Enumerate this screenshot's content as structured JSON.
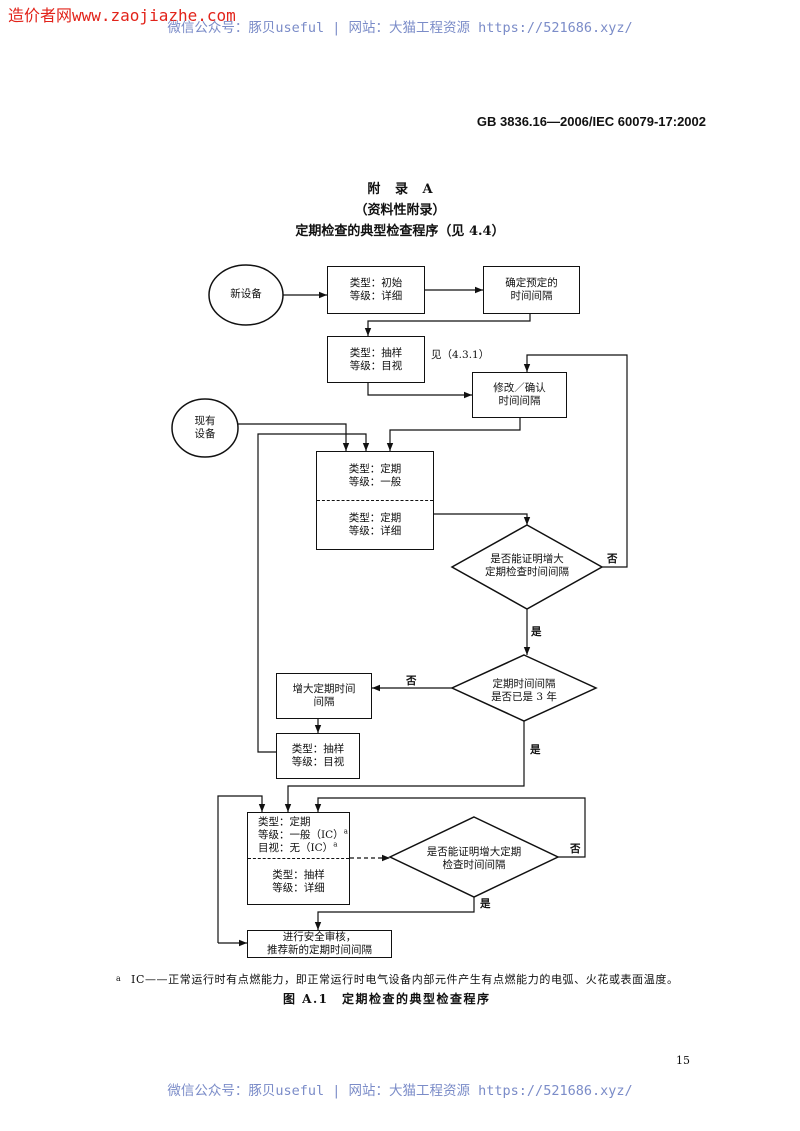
{
  "watermarks": {
    "site_logo_text": "造价者网www.zaojiazhe.com",
    "top_banner": "微信公众号：豚贝useful | 网站：大猫工程资源 https://521686.xyz/",
    "bottom_banner": "微信公众号：豚贝useful | 网站：大猫工程资源 https://521686.xyz/"
  },
  "header": {
    "standard_number": "GB 3836.16—2006/IEC 60079-17:2002"
  },
  "annex": {
    "title": "附 录 A",
    "status": "（资料性附录）",
    "heading": "定期检查的典型检查程序（见 4.4）"
  },
  "flowchart": {
    "new_equipment": "新设备",
    "initial_inspection": [
      "类型：初始",
      "等级：详细"
    ],
    "provisional_interval": [
      "确定预定的",
      "时间间隔"
    ],
    "sample_visual_1": [
      "类型：抽样",
      "等级：目视"
    ],
    "see_reference": "见（4.3.1）",
    "adjust_interval": [
      "修改／确认",
      "时间间隔"
    ],
    "existing_equipment": [
      "现有",
      "设备"
    ],
    "periodic_1": {
      "upper": [
        "类型：定期",
        "等级：一般"
      ],
      "lower": [
        "类型：定期",
        "等级：详细"
      ]
    },
    "decision_1": {
      "text": [
        "是否能证明增大",
        "定期检查时间间隔"
      ],
      "no": "否",
      "yes": "是"
    },
    "decision_2": {
      "text": [
        "定期时间间隔",
        "是否已是 3 年"
      ],
      "no": "否",
      "yes": "是"
    },
    "increase_interval": [
      "增大定期时间",
      "间隔"
    ],
    "sample_visual_2": [
      "类型：抽样",
      "等级：目视"
    ],
    "periodic_2": {
      "upper": [
        "类型：定期",
        "等级：一般（IC）",
        "目视：无（IC）"
      ],
      "footnote_marker": "a",
      "lower": [
        "类型：抽样",
        "等级：详细"
      ]
    },
    "decision_3": {
      "text": [
        "是否能证明增大定期",
        "检查时间间隔"
      ],
      "no": "否",
      "yes": "是"
    },
    "safety_review": [
      "进行安全审核，",
      "推荐新的定期时间间隔"
    ]
  },
  "footnote": {
    "marker": "a",
    "text": "IC——正常运行时有点燃能力，即正常运行时电气设备内部元件产生有点燃能力的电弧、火花或表面温度。"
  },
  "figure_caption": "图 A.1　定期检查的典型检查程序",
  "page_number": "15",
  "colors": {
    "ink": "#111111",
    "watermark_red": "#e2231a",
    "watermark_blue": "#7b8cc8",
    "paper": "#ffffff"
  }
}
